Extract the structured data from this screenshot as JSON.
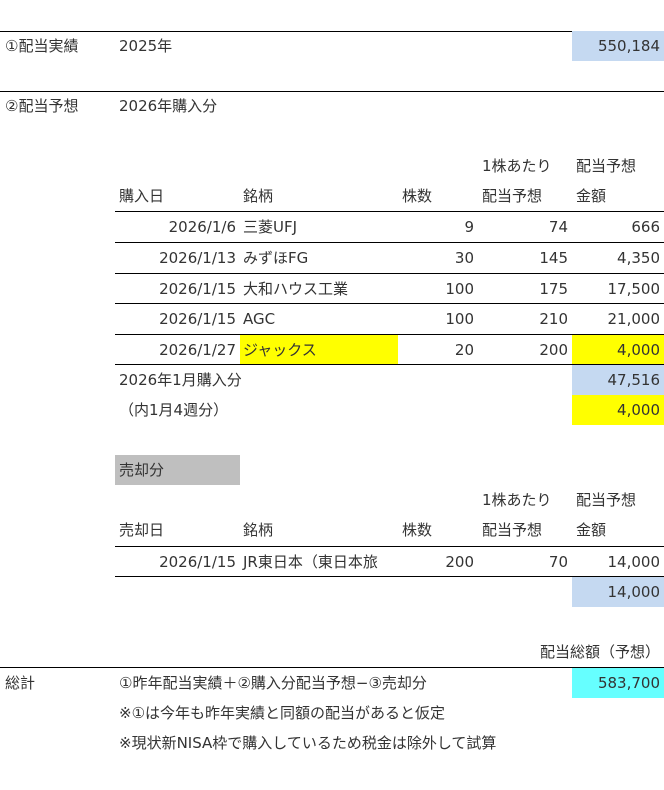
{
  "section1": {
    "label": "①配当実績",
    "year": "2025年",
    "amount": "550,184"
  },
  "section2": {
    "label": "②配当予想",
    "title": "2026年購入分"
  },
  "purchase_table": {
    "header_top": {
      "per_share": "1株あたり",
      "forecast": "配当予想"
    },
    "header": {
      "date": "購入日",
      "stock": "銘柄",
      "shares": "株数",
      "per_share": "配当予想",
      "amount": "金額"
    },
    "rows": [
      {
        "date": "2026/1/6",
        "stock": "三菱UFJ",
        "shares": "9",
        "per_share": "74",
        "amount": "666"
      },
      {
        "date": "2026/1/13",
        "stock": "みずほFG",
        "shares": "30",
        "per_share": "145",
        "amount": "4,350"
      },
      {
        "date": "2026/1/15",
        "stock": "大和ハウス工業",
        "shares": "100",
        "per_share": "175",
        "amount": "17,500"
      },
      {
        "date": "2026/1/15",
        "stock": "AGC",
        "shares": "100",
        "per_share": "210",
        "amount": "21,000"
      },
      {
        "date": "2026/1/27",
        "stock": "ジャックス",
        "shares": "20",
        "per_share": "200",
        "amount": "4,000"
      }
    ],
    "subtotal_label": "2026年1月購入分",
    "subtotal": "47,516",
    "week_label": "（内1月4週分）",
    "week_amount": "4,000"
  },
  "sale_table": {
    "title": "売却分",
    "header_top": {
      "per_share": "1株あたり",
      "forecast": "配当予想"
    },
    "header": {
      "date": "売却日",
      "stock": "銘柄",
      "shares": "株数",
      "per_share": "配当予想",
      "amount": "金額"
    },
    "rows": [
      {
        "date": "2026/1/15",
        "stock": "JR東日本（東日本旅",
        "shares": "200",
        "per_share": "70",
        "amount": "14,000"
      }
    ],
    "total": "14,000"
  },
  "summary": {
    "total_header": "配当総額（予想）",
    "label": "総計",
    "formula": "①昨年配当実績＋②購入分配当予想−③売却分",
    "total": "583,700",
    "note1": "※①は今年も昨年実績と同額の配当があると仮定",
    "note2": "※現状新NISA枠で購入しているため税金は除外して試算"
  },
  "colors": {
    "blue": "#c5d9f1",
    "yellow": "#ffff00",
    "cyan": "#66ffff",
    "gray": "#bfbfbf"
  }
}
